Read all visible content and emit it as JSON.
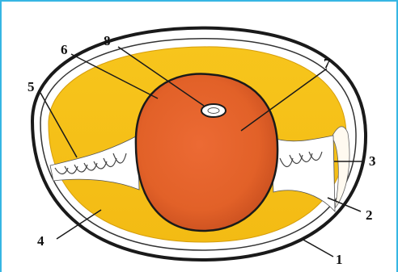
{
  "diagram": {
    "labels": [
      {
        "id": "1",
        "text": "1"
      },
      {
        "id": "2",
        "text": "2"
      },
      {
        "id": "3",
        "text": "3"
      },
      {
        "id": "4",
        "text": "4"
      },
      {
        "id": "5",
        "text": "5"
      },
      {
        "id": "6",
        "text": "6"
      },
      {
        "id": "7",
        "text": "7"
      },
      {
        "id": "8",
        "text": "8"
      }
    ]
  },
  "colors": {
    "frame": "#36b6e3",
    "shell_outline": "#1a1a1a",
    "albumen": "#f6c318",
    "yolk": "#e1642a",
    "chalaza": "#ffffff",
    "blastodisc": "#ffffff"
  }
}
